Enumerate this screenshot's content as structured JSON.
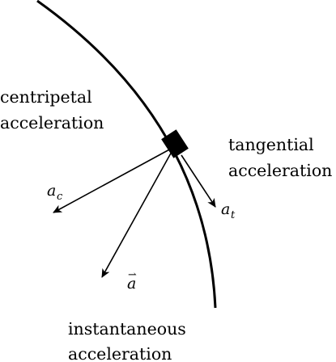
{
  "labels": {
    "centripetal_line1": "centripetal",
    "centripetal_line2": "acceleration",
    "tangential_line1": "tangential",
    "tangential_line2": "acceleration",
    "instantaneous_line1": "instantaneous",
    "instantaneous_line2": "acceleration"
  },
  "symbols": {
    "ac_main": "a",
    "ac_sub": "c",
    "at_main": "a",
    "at_sub": "t",
    "a_main": "a",
    "a_vec_mark": "⇀"
  },
  "colors": {
    "stroke": "#000000",
    "background": "#ffffff"
  }
}
